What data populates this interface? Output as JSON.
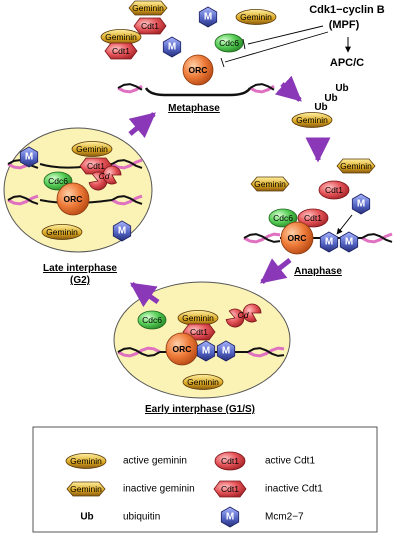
{
  "regulators": {
    "cdk1": "Cdk1−cyclin B",
    "mpf": "(MPF)",
    "apcc": "APC/C",
    "ub": "Ub"
  },
  "stages": {
    "metaphase": "Metaphase",
    "anaphase": "Anaphase",
    "early_line1": "Early interphase (G1/S)",
    "late_line1": "Late interphase",
    "late_line2": "(G2)"
  },
  "molecules": {
    "geminin": "Geminin",
    "cdt1": "Cdt1",
    "cdc6": "Cdc6",
    "orc": "ORC",
    "mcm": "M"
  },
  "legend": {
    "active_geminin": "active geminin",
    "inactive_geminin": "inactive geminin",
    "ubiquitin": "ubiquitin",
    "active_cdt1": "active Cdt1",
    "inactive_cdt1": "inactive Cdt1",
    "mcm": "Mcm2−7"
  },
  "colors": {
    "geminin": "#d9a520",
    "geminin_inactive": "#e0b838",
    "cdt1": "#e45358",
    "cdc6": "#55cc55",
    "orc": "#ee7a38",
    "mcm": "#5060c0",
    "nucleus": "#fbf2b5",
    "arrow": "#8a38b8",
    "dna_pink": "#e070c0"
  }
}
